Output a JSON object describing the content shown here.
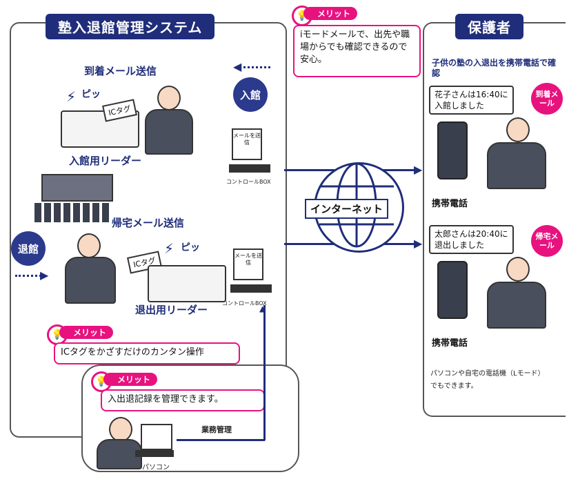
{
  "system_panel": {
    "title": "塾入退館管理システム"
  },
  "guardian_panel": {
    "title": "保護者"
  },
  "top_merit": {
    "tag": "メリット",
    "text": "iモードメールで、出先や職場からでも確認できるので安心。"
  },
  "guardian_caption": "子供の塾の入退出を携帯電話で確認",
  "arrival": {
    "mail_label": "到着メール送信",
    "badge": "入館",
    "beep": "ピッ",
    "ic_tag": "ICタグ",
    "reader_label": "入館用リーダー",
    "screen_text": "メールを送信",
    "box_label": "コントロールBOX"
  },
  "departure": {
    "mail_label": "帰宅メール送信",
    "badge": "退館",
    "beep": "ピッ",
    "ic_tag": "ICタグ",
    "reader_label": "退出用リーダー",
    "screen_text": "メールを送信",
    "box_label": "コントロールBOX"
  },
  "internet_label": "インターネット",
  "phone1": {
    "message_line1": "花子さんは16:40に",
    "message_line2": "入館しました",
    "badge": "到着メール",
    "caption": "携帯電話"
  },
  "phone2": {
    "message_line1": "太郎さんは20:40に",
    "message_line2": "退出しました",
    "badge": "帰宅メール",
    "caption": "携帯電話"
  },
  "merit_ic": {
    "tag": "メリット",
    "text": "ICタグをかざすだけのカンタン操作"
  },
  "merit_admin": {
    "tag": "メリット",
    "text": "入出退記録を管理できます。"
  },
  "admin": {
    "business_label": "業務管理",
    "pc_label": "パソコン"
  },
  "footnote_line1": "パソコンや自宅の電話機（Lモード）",
  "footnote_line2": "でもできます。",
  "colors": {
    "navy": "#1f2d7a",
    "pink": "#e8127f",
    "badge_blue": "#2b3a8c"
  }
}
